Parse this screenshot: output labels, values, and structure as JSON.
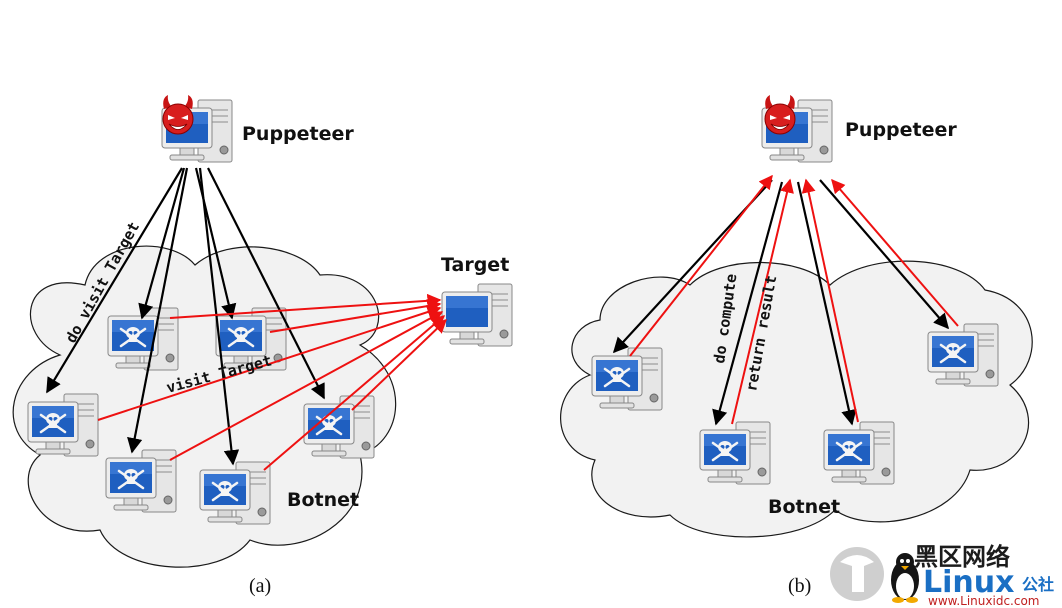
{
  "panel_a": {
    "puppeteer_label": "Puppeteer",
    "target_label": "Target",
    "botnet_label": "Botnet",
    "command_label": "do visit Target",
    "action_label": "visit Target",
    "caption": "(a)"
  },
  "panel_b": {
    "puppeteer_label": "Puppeteer",
    "botnet_label": "Botnet",
    "command_label": "do compute",
    "response_label": "return result",
    "caption": "(b)"
  },
  "watermark": {
    "cn_text": "黑区网络",
    "brand": "Linux",
    "brand_suffix": "公社",
    "url": "www.Linuxidc.com"
  },
  "colors": {
    "command_arrow": "#000000",
    "response_arrow": "#ee1111",
    "cloud_fill": "#f2f2f2",
    "screen": "#1f5fc0"
  }
}
